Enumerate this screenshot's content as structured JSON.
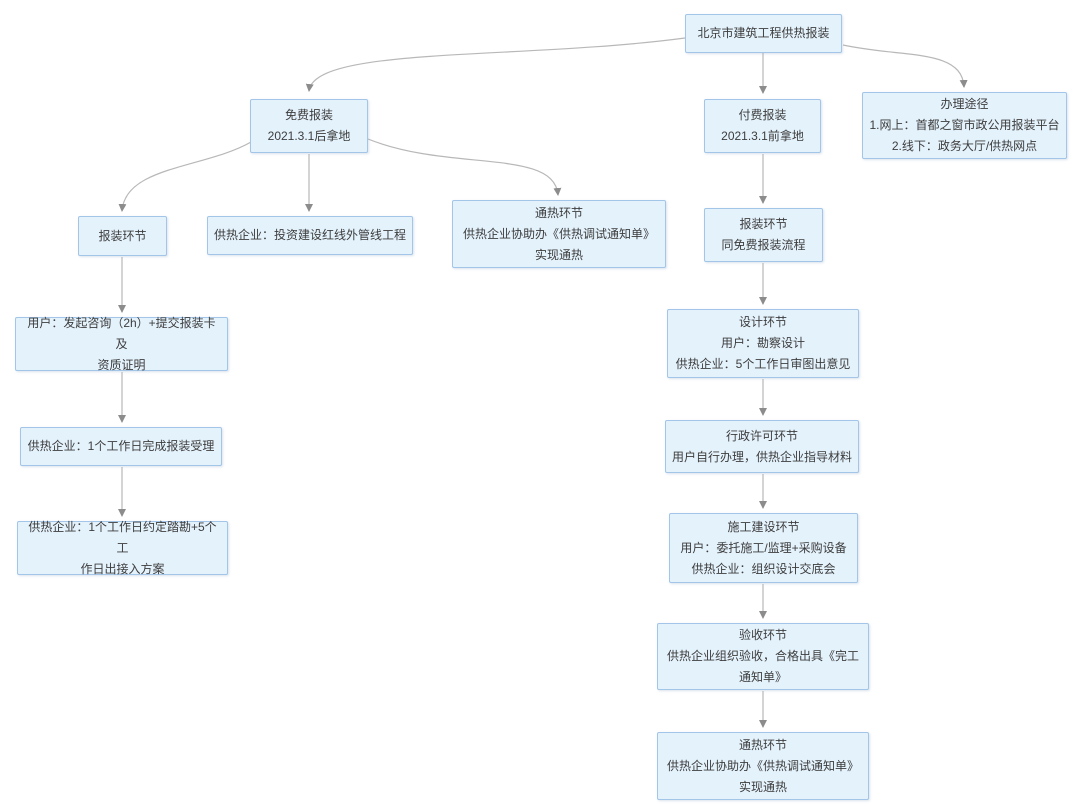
{
  "diagram": {
    "title": "北京市建筑工程供热报装",
    "colors": {
      "node_fill": "#e4f2fc",
      "node_border": "#a2c5e8",
      "connector_line": "#b8b8b8",
      "connector_arrow": "#8c8c8c",
      "text": "#3d3d3d",
      "background": "#ffffff"
    },
    "nodes": {
      "root": {
        "text": "北京市建筑工程供热报装"
      },
      "free": {
        "text": "免费报装\n2021.3.1后拿地"
      },
      "paid": {
        "text": "付费报装\n2021.3.1前拿地"
      },
      "channels": {
        "text": "办理途径\n1.网上：首都之窗市政公用报装平台\n2.线下：政务大厅/供热网点"
      },
      "free_apply": {
        "text": "报装环节"
      },
      "free_pipeline": {
        "text": "供热企业：投资建设红线外管线工程"
      },
      "free_heat": {
        "text": "通热环节\n供热企业协助办《供热调试通知单》\n实现通热"
      },
      "free_consult": {
        "text": "用户：发起咨询（2h）+提交报装卡及\n资质证明"
      },
      "free_accept": {
        "text": "供热企业：1个工作日完成报装受理"
      },
      "free_survey": {
        "text": "供热企业：1个工作日约定踏勘+5个工\n作日出接入方案"
      },
      "paid_apply": {
        "text": "报装环节\n同免费报装流程"
      },
      "paid_design": {
        "text": "设计环节\n用户：勘察设计\n供热企业：5个工作日审图出意见"
      },
      "paid_permit": {
        "text": "行政许可环节\n用户自行办理，供热企业指导材料"
      },
      "paid_construction": {
        "text": "施工建设环节\n用户：委托施工/监理+采购设备\n供热企业：组织设计交底会"
      },
      "paid_acceptance": {
        "text": "验收环节\n供热企业组织验收，合格出具《完工\n通知单》"
      },
      "paid_heat": {
        "text": "通热环节\n供热企业协助办《供热调试通知单》\n实现通热"
      }
    },
    "edges": [
      {
        "from": "root",
        "to": "free"
      },
      {
        "from": "root",
        "to": "paid"
      },
      {
        "from": "root",
        "to": "channels"
      },
      {
        "from": "free",
        "to": "free_apply"
      },
      {
        "from": "free",
        "to": "free_pipeline"
      },
      {
        "from": "free",
        "to": "free_heat"
      },
      {
        "from": "free_apply",
        "to": "free_consult"
      },
      {
        "from": "free_consult",
        "to": "free_accept"
      },
      {
        "from": "free_accept",
        "to": "free_survey"
      },
      {
        "from": "paid",
        "to": "paid_apply"
      },
      {
        "from": "paid_apply",
        "to": "paid_design"
      },
      {
        "from": "paid_design",
        "to": "paid_permit"
      },
      {
        "from": "paid_permit",
        "to": "paid_construction"
      },
      {
        "from": "paid_construction",
        "to": "paid_acceptance"
      },
      {
        "from": "paid_acceptance",
        "to": "paid_heat"
      }
    ]
  }
}
